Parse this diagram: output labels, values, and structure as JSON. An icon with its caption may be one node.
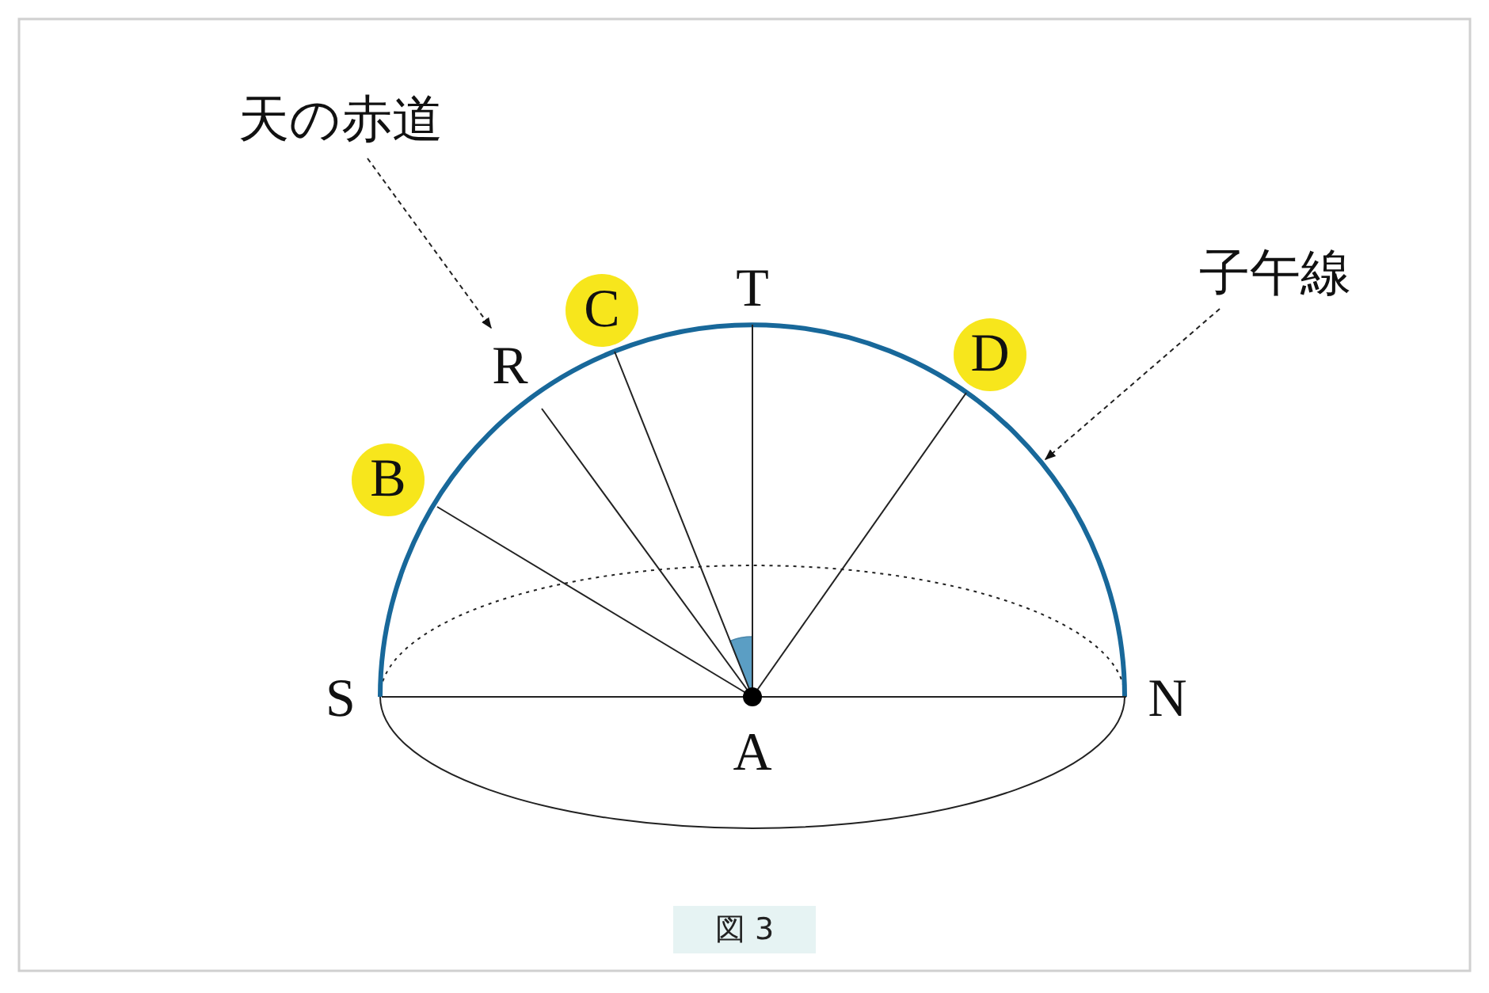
{
  "diagram": {
    "caption": "図 3",
    "nodes": [
      {
        "text": [
          "天の赤道"
        ]
      },
      {
        "text": [
          "子午線"
        ]
      },
      {
        "text": [
          "T"
        ]
      },
      {
        "text": [
          "R"
        ]
      },
      {
        "text": [
          "C"
        ]
      },
      {
        "text": [
          "D"
        ]
      },
      {
        "text": [
          "B"
        ]
      },
      {
        "text": [
          "S"
        ]
      },
      {
        "text": [
          "N"
        ]
      },
      {
        "text": [
          "A"
        ]
      }
    ],
    "edges": [
      {
        "from": 0,
        "to": 3,
        "arrow": "to",
        "style": "dashed"
      },
      {
        "from": 1,
        "to": null,
        "arrow": "to",
        "style": "dashed"
      },
      {
        "from": 9,
        "to": 6,
        "arrow": "none"
      },
      {
        "from": 9,
        "to": 3,
        "arrow": "none"
      },
      {
        "from": 9,
        "to": 4,
        "arrow": "none"
      },
      {
        "from": 9,
        "to": 2,
        "arrow": "none"
      },
      {
        "from": 9,
        "to": 5,
        "arrow": "none"
      },
      {
        "from": 7,
        "to": 9,
        "arrow": "none"
      },
      {
        "from": 9,
        "to": 8,
        "arrow": "none"
      }
    ]
  }
}
